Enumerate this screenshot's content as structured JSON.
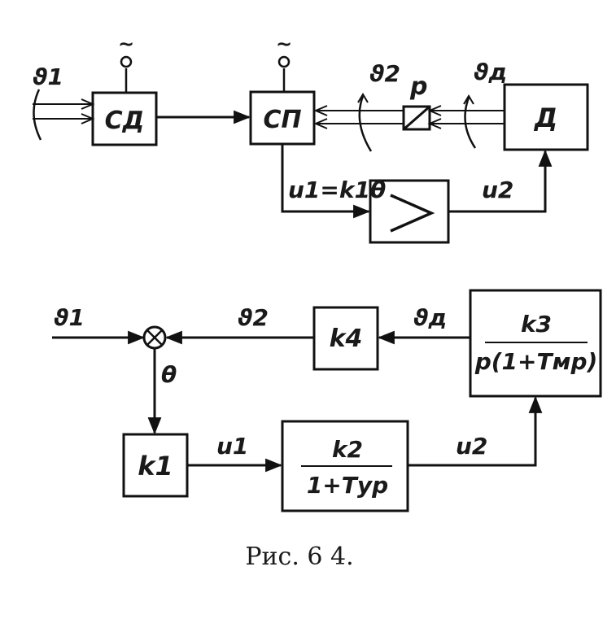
{
  "top": {
    "theta1": "ϑ1",
    "theta2": "ϑ2",
    "theta_d": "ϑд",
    "sd_label": "СД",
    "sp_label": "СП",
    "d_label": "Д",
    "reducer_label": "р",
    "u1_eq": "u1=k1θ",
    "u2": "u2",
    "supply_symbol": "~"
  },
  "bottom": {
    "theta1": "ϑ1",
    "theta2": "ϑ2",
    "theta_d": "ϑд",
    "error": "θ",
    "k1": "k1",
    "k4": "k4",
    "u1": "u1",
    "u2": "u2",
    "k2_num": "k2",
    "k2_den": "1+Tуp",
    "k3_num": "k3",
    "k3_den": "p(1+Tмp)"
  },
  "caption": "Рис. 6 4."
}
